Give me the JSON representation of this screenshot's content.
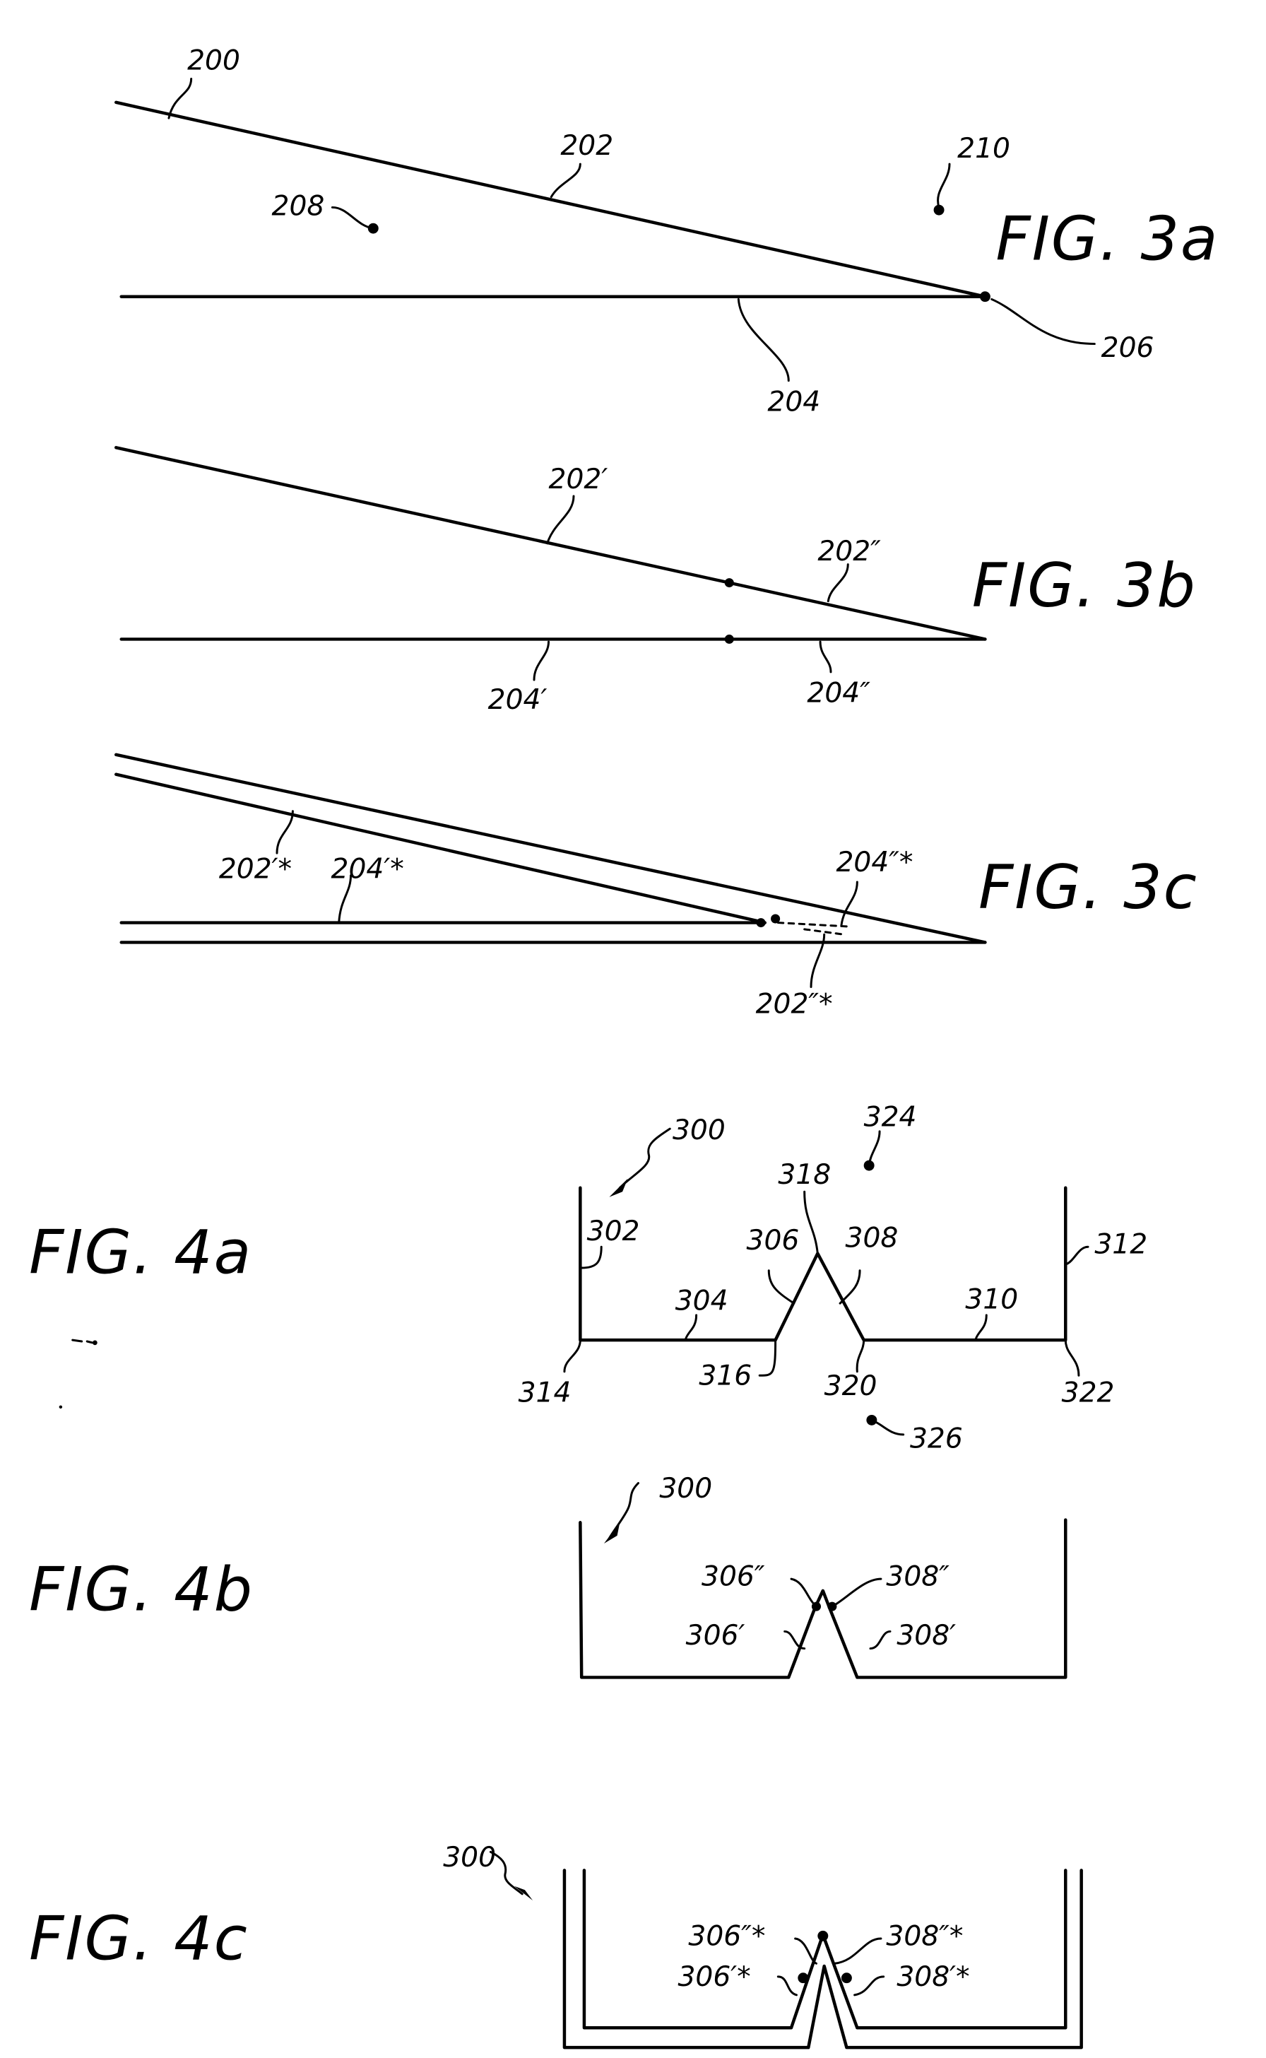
{
  "figures": {
    "fig3a": {
      "title": "FIG.  3a",
      "labels": {
        "r200": "200",
        "r202": "202",
        "r204": "204",
        "r206": "206",
        "r208": "208",
        "r210": "210"
      }
    },
    "fig3b": {
      "title": "FIG.  3b",
      "labels": {
        "r202p": "202′",
        "r202pp": "202″",
        "r204p": "204′",
        "r204pp": "204″"
      }
    },
    "fig3c": {
      "title": "FIG.  3c",
      "labels": {
        "r202ps": "202′*",
        "r204ps": "204′*",
        "r204pps": "204″*",
        "r202pps": "202″*"
      }
    },
    "fig4a": {
      "title": "FIG.  4a",
      "labels": {
        "r300": "300",
        "r302": "302",
        "r304": "304",
        "r306": "306",
        "r308": "308",
        "r310": "310",
        "r312": "312",
        "r314": "314",
        "r316": "316",
        "r318": "318",
        "r320": "320",
        "r322": "322",
        "r324": "324",
        "r326": "326"
      }
    },
    "fig4b": {
      "title": "FIG.  4b",
      "labels": {
        "r300": "300",
        "r306pp": "306″",
        "r308pp": "308″",
        "r306p": "306′",
        "r308p": "308′"
      }
    },
    "fig4c": {
      "title": "FIG.  4c",
      "labels": {
        "r300": "300",
        "r306pps": "306″*",
        "r308pps": "308″*",
        "r306ps": "306′*",
        "r308ps": "308′*"
      }
    }
  }
}
